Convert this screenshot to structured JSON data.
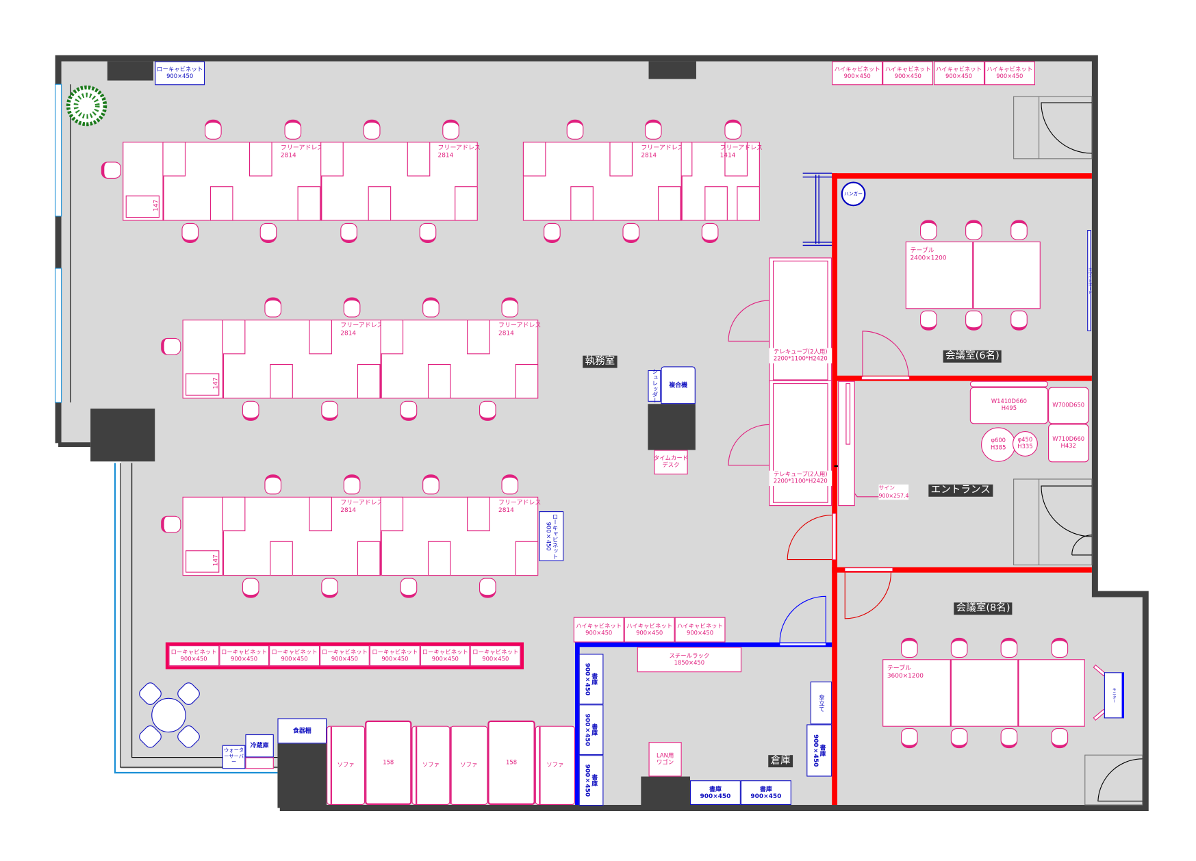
{
  "rooms": {
    "office": "執務室",
    "meeting6": "会議室(6名)",
    "entrance": "エントランス",
    "meeting8": "会議室(8名)",
    "storage": "倉庫"
  },
  "desks": {
    "free_address": "フリーアドレス",
    "code_2814": "2814",
    "code_1414": "1414",
    "drawer": "147"
  },
  "furniture": {
    "low_cabinet": "ローキャビネット",
    "high_cabinet": "ハイキャビネット",
    "size_900x450": "900×450",
    "steel_rack": "スチールラック",
    "steel_rack_size": "1850×450",
    "archive": "書庫",
    "umbrella_stand": "傘立て",
    "lan_wagon_1": "LAN用",
    "lan_wagon_2": "ワゴン",
    "telecube": "テレキューブ(2人用)",
    "telecube_size": "2200*1100*H2420",
    "hanger": "ハンガー",
    "whiteboard": "ホワイトボード",
    "table": "テーブル",
    "table6_size": "2400×1200",
    "table8_size": "3600×1200",
    "monitor": "モニター",
    "mfp": "複合機",
    "shredder": "シュレッダー",
    "timecard_1": "タイムカード",
    "timecard_2": "デスク",
    "sign": "サイン",
    "sign_size": "900×257.4",
    "sofa_a_1": "W1410D660",
    "sofa_a_2": "H495",
    "sofa_b": "W700D650",
    "sofa_c_1": "W710D660",
    "sofa_c_2": "H432",
    "round_a_1": "φ600",
    "round_a_2": "H385",
    "round_b_1": "φ450",
    "round_b_2": "H335",
    "dish_cabinet": "食器棚",
    "fridge": "冷蔵庫",
    "water_server": "ウォーターサーバー",
    "sofa": "ソファ",
    "sofa_158": "158"
  },
  "colors": {
    "floor": "#d9d9d9",
    "wall": "#404040",
    "partition_red": "#ff0000",
    "partition_blue": "#0000ff",
    "furniture_pink": "#e0207f",
    "furniture_blue": "#1010c0"
  }
}
